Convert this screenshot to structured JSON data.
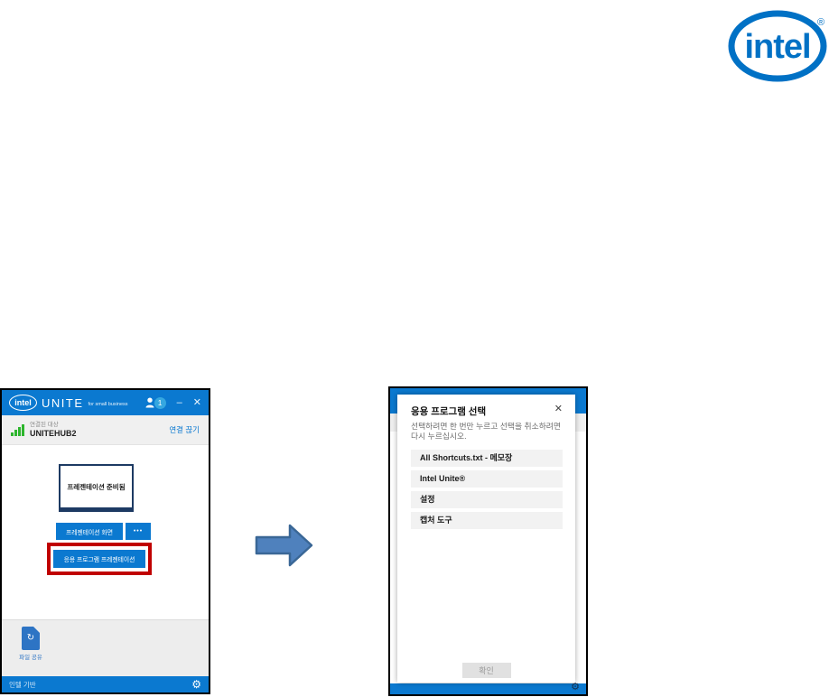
{
  "intel_logo": {
    "text": "intel",
    "registered": "®"
  },
  "left_window": {
    "titlebar": {
      "logo_oval_text": "intel",
      "app_name": "UNITE",
      "tagline": "for small business",
      "participant_count": "1",
      "minimize_glyph": "–",
      "close_glyph": "✕"
    },
    "connection": {
      "status_label": "연결된 대상",
      "hub_name": "UNITEHUB2",
      "disconnect_label": "연결 끊기"
    },
    "stage": {
      "monitor_text": "프레젠테이션 준비됨"
    },
    "actions": {
      "present_label": "프레젠테이션 화면",
      "more_label": "•••",
      "app_present_label": "응용 프로그램 프레젠테이션"
    },
    "share": {
      "file_share_label": "파일 공유",
      "file_arrow_glyph": "↻"
    },
    "footer": {
      "powered_by": "인텔 기반",
      "gear_glyph": "⚙"
    }
  },
  "right_window": {
    "dialog": {
      "title": "응용 프로그램 선택",
      "close_glyph": "✕",
      "subtitle": "선택하려면 한 번만 누르고 선택을 취소하려면 다시 누르십시오.",
      "items": [
        "All Shortcuts.txt - 메모장",
        "Intel Unite®",
        "설정",
        "캡처 도구"
      ],
      "ok_label": "확인"
    },
    "footer": {
      "gear_glyph": "⚙"
    }
  },
  "colors": {
    "titlebar_blue": "#0b79d0",
    "intel_blue": "#0071c5",
    "button_blue": "#0b79d0",
    "highlight_red": "#c00000",
    "arrow_fill": "#4f81bd",
    "arrow_stroke": "#3a6796",
    "signal_green": "#2db52d"
  }
}
